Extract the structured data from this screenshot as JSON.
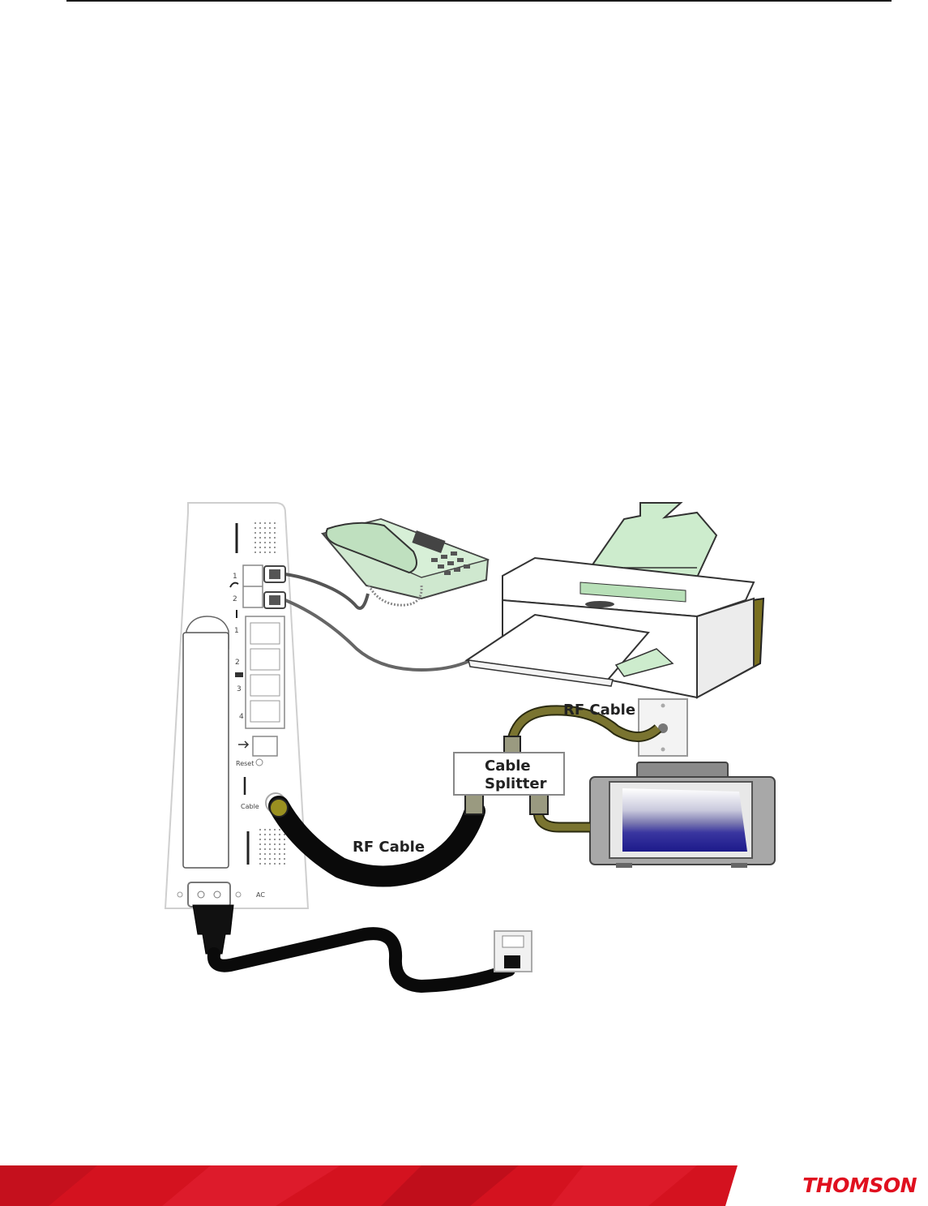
{
  "diagram": {
    "labels": {
      "rf_cable_top": "RF Cable",
      "rf_cable_bottom": "RF Cable",
      "splitter_line1": "Cable",
      "splitter_line2": "Splitter"
    },
    "modem": {
      "phone_port_1": "1",
      "phone_port_2": "2",
      "eth_port_1": "1",
      "eth_port_2": "2",
      "eth_port_3": "3",
      "eth_port_4": "4",
      "reset_label": "Reset",
      "cable_label": "Cable",
      "ac_label": "AC"
    }
  },
  "footer": {
    "brand": "THOMSON",
    "brand_color": "#e0101f",
    "bar_color": "#d4121f"
  }
}
